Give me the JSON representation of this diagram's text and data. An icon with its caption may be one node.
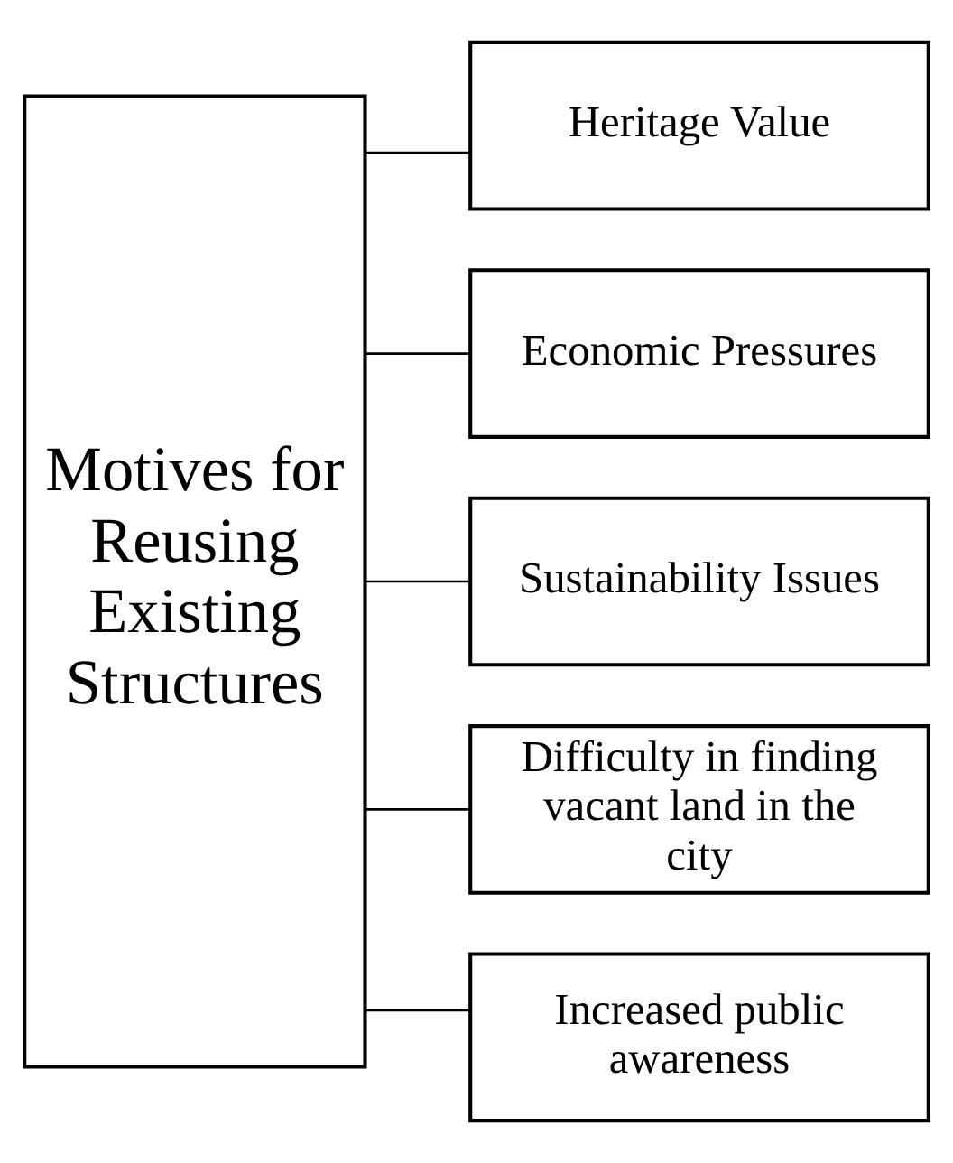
{
  "diagram": {
    "nodes": [
      {
        "text": [
          "Motives for Reusing Existing Structures"
        ]
      },
      {
        "text": [
          "Heritage Value"
        ]
      },
      {
        "text": [
          "Economic Pressures"
        ]
      },
      {
        "text": [
          "Sustainability Issues"
        ]
      },
      {
        "text": [
          "Difficulty in finding vacant land in the city"
        ]
      },
      {
        "text": [
          "Increased public awareness"
        ]
      }
    ],
    "edges": [
      {
        "from": 0,
        "to": 1,
        "arrow": "none"
      },
      {
        "from": 0,
        "to": 2,
        "arrow": "none"
      },
      {
        "from": 0,
        "to": 3,
        "arrow": "none"
      },
      {
        "from": 0,
        "to": 4,
        "arrow": "none"
      },
      {
        "from": 0,
        "to": 5,
        "arrow": "none"
      }
    ]
  }
}
